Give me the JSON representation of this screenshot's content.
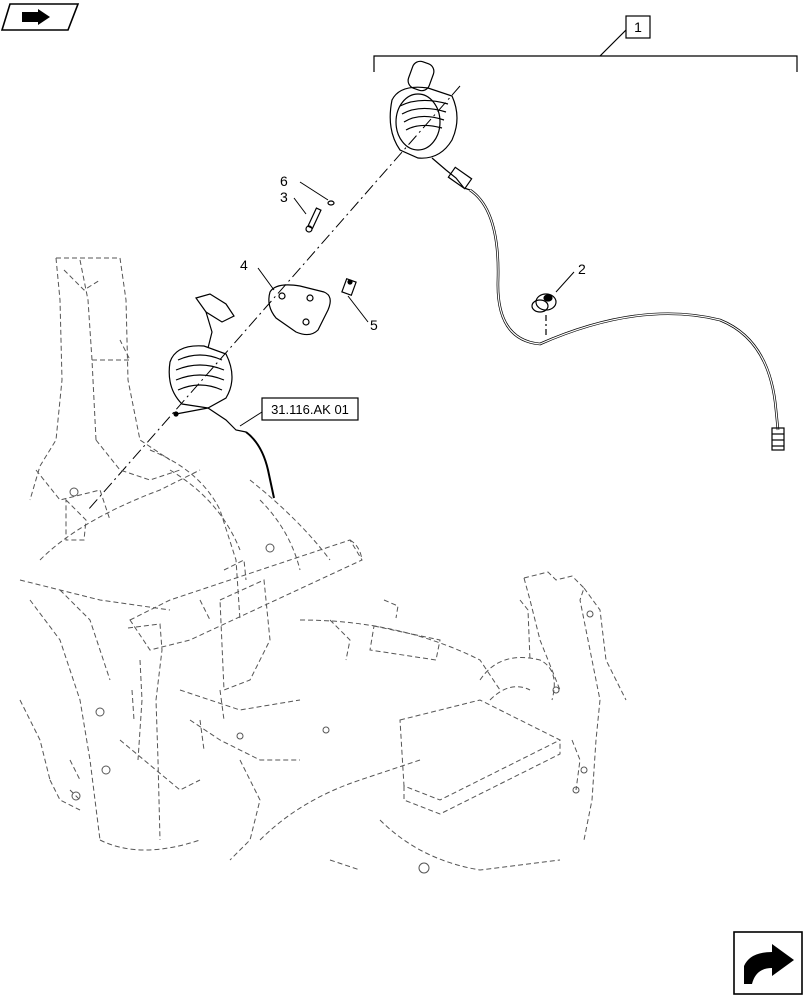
{
  "callouts": {
    "item_1": "1",
    "item_2": "2",
    "item_3": "3",
    "item_4": "4",
    "item_5": "5",
    "item_6": "6"
  },
  "cross_reference": "31.116.AK 01",
  "icons": {
    "top_left": "book-pointer-icon",
    "bottom_right": "next-page-arrow-icon"
  },
  "colors": {
    "line": "#000000",
    "phantom": "#555555",
    "background": "#ffffff"
  }
}
